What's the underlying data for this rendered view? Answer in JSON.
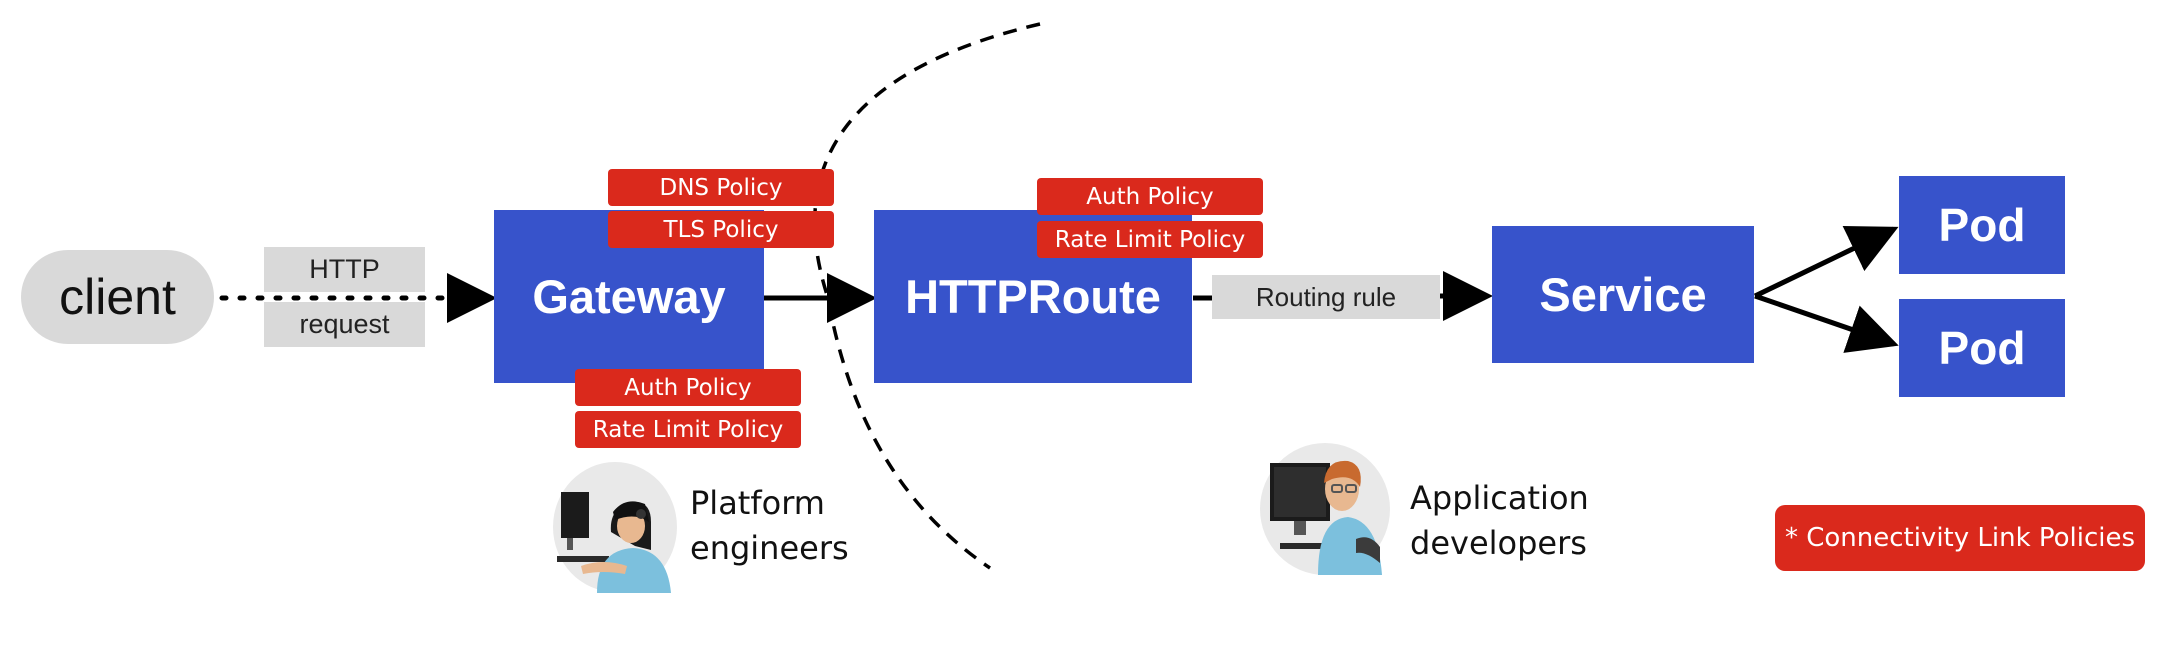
{
  "client": "client",
  "http_label": {
    "top": "HTTP",
    "bottom": "request"
  },
  "nodes": {
    "gateway": "Gateway",
    "httproute": "HTTPRoute",
    "service": "Service",
    "pod1": "Pod",
    "pod2": "Pod"
  },
  "routing_rule": "Routing rule",
  "policies": {
    "gateway_top": [
      "DNS Policy",
      "TLS Policy"
    ],
    "gateway_bottom": [
      "Auth Policy",
      "Rate Limit Policy"
    ],
    "httproute_top": [
      "Auth Policy",
      "Rate Limit Policy"
    ]
  },
  "personas": {
    "platform": {
      "line1": "Platform",
      "line2": "engineers",
      "icon": "platform-engineer-icon"
    },
    "app": {
      "line1": "Application",
      "line2": "developers",
      "icon": "application-developer-icon"
    }
  },
  "legend": "* Connectivity Link Policies",
  "colors": {
    "blue": "#3753cb",
    "red": "#da291c",
    "gray": "#d9d9d9"
  }
}
